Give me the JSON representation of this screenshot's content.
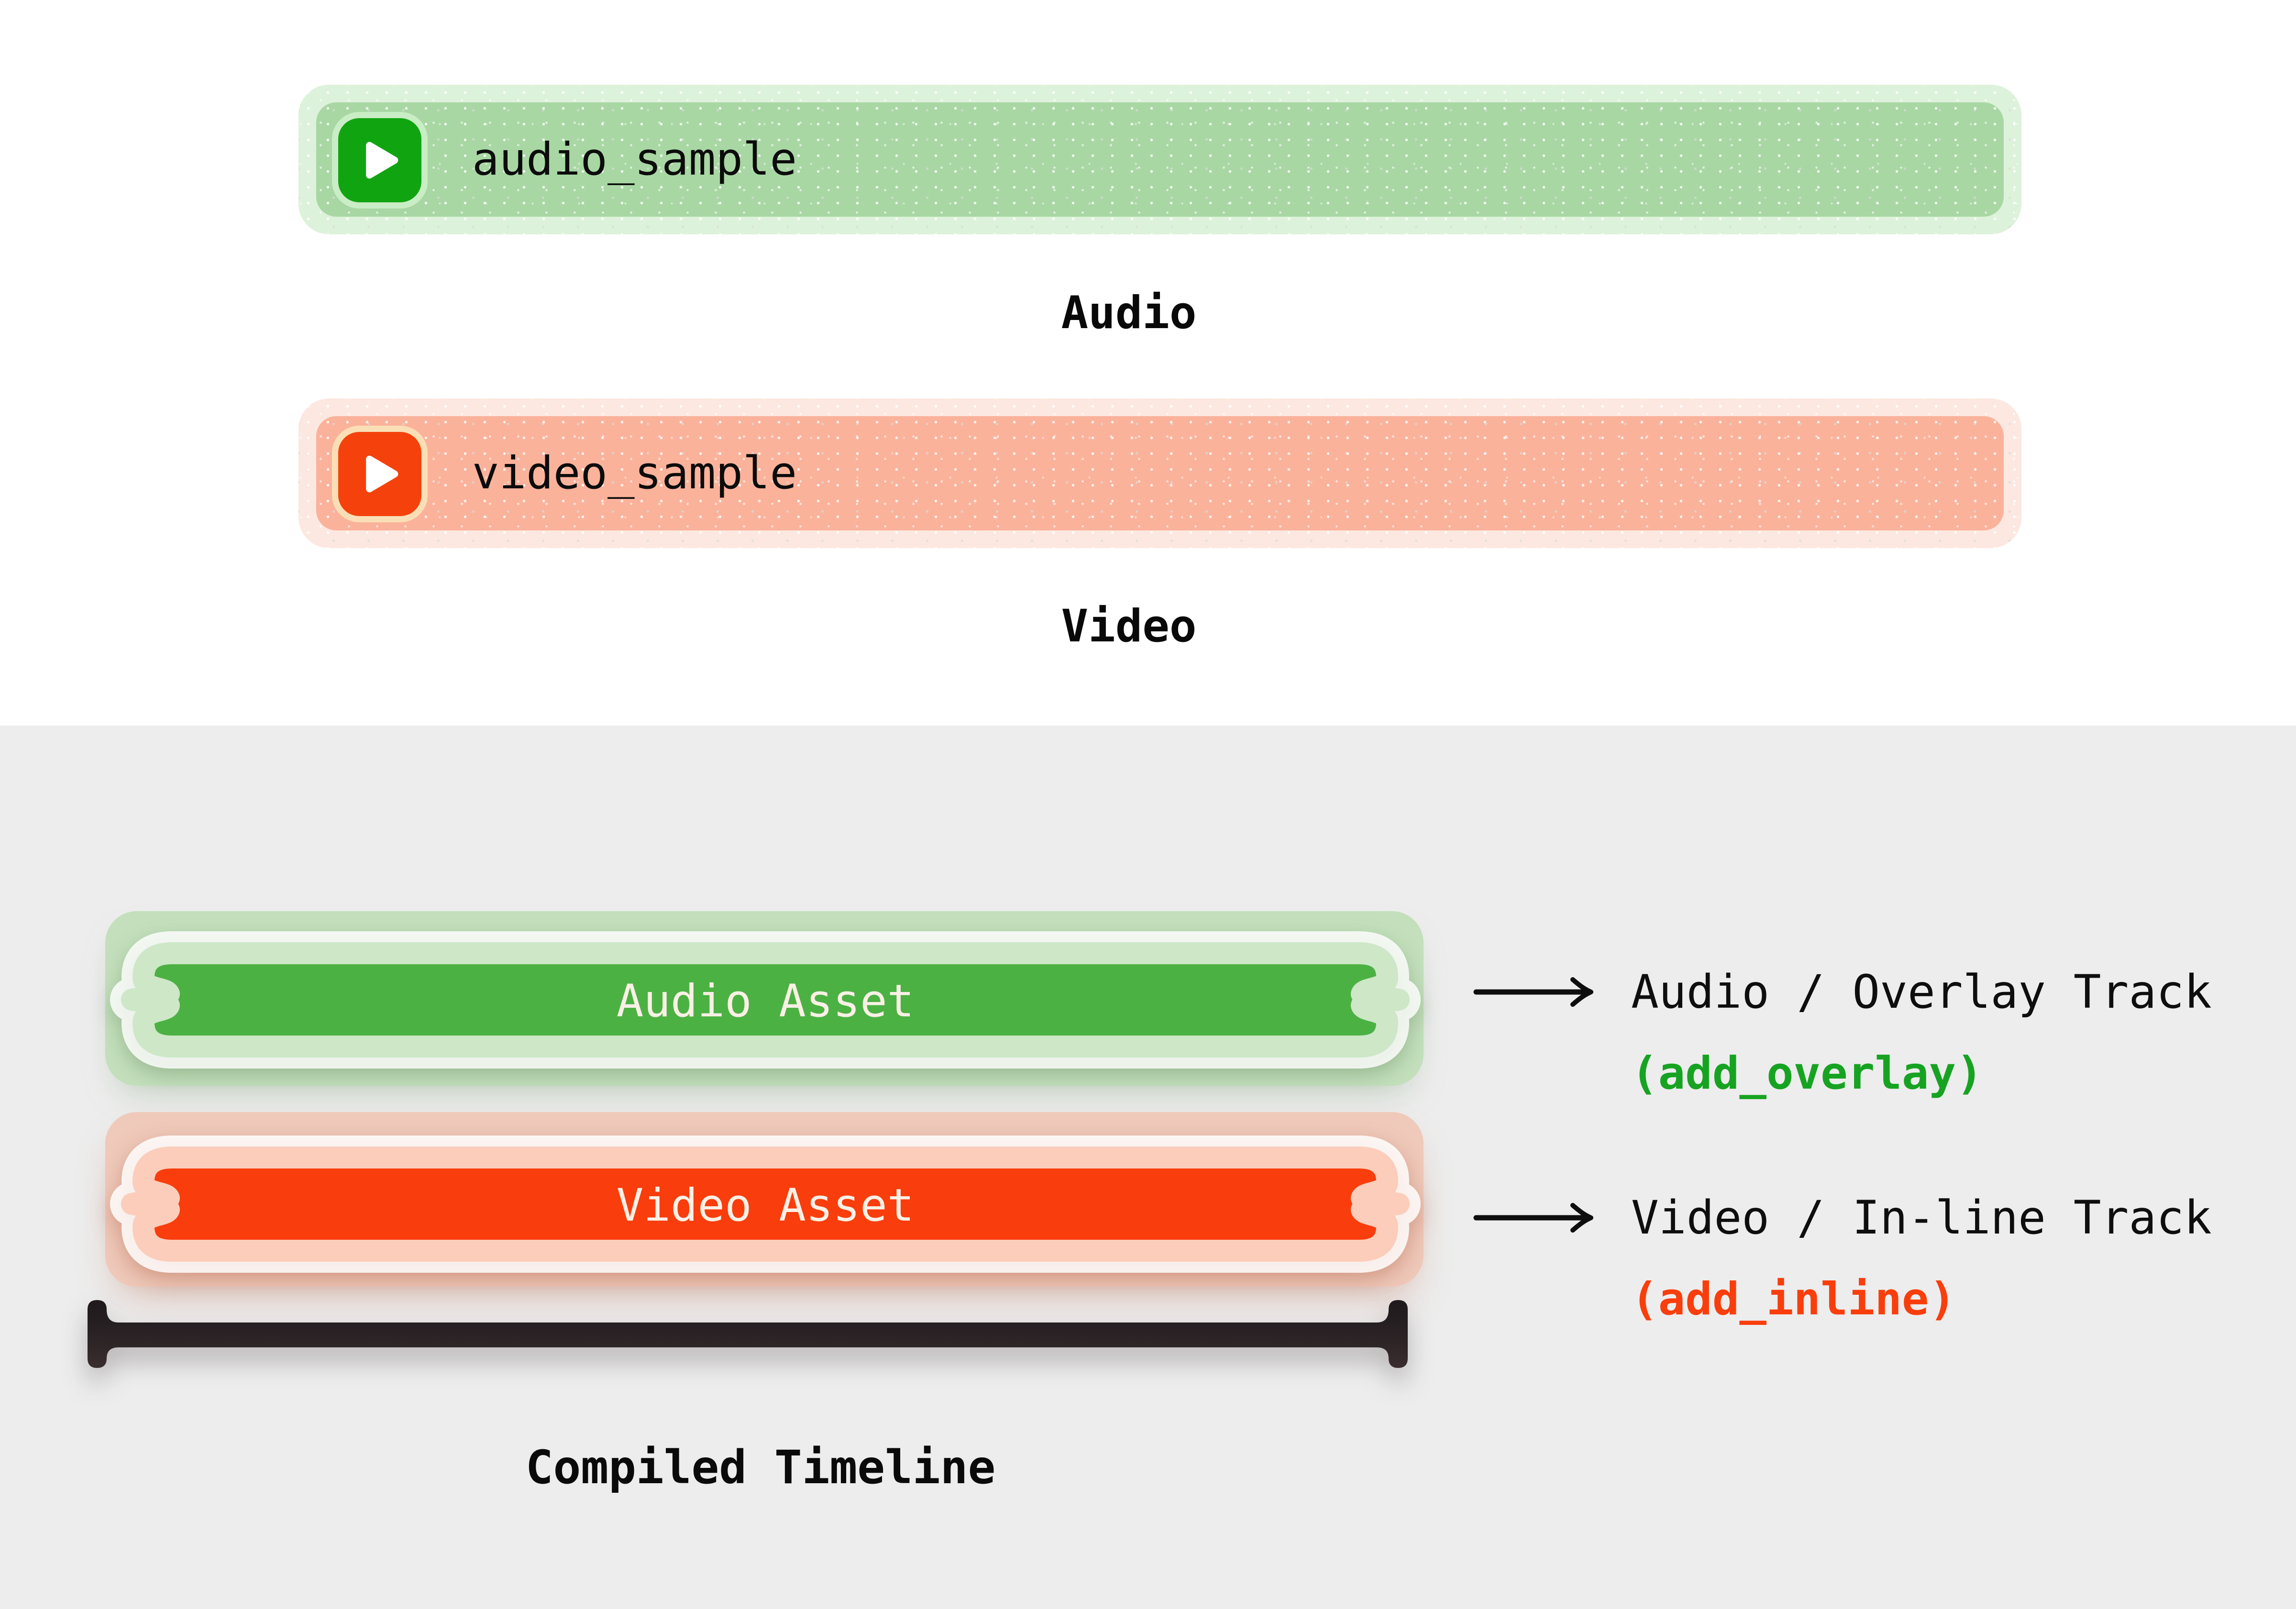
{
  "top_section": {
    "audio_bar": {
      "label": "audio_sample",
      "caption": "Audio",
      "icon": "play-icon"
    },
    "video_bar": {
      "label": "video_sample",
      "caption": "Video",
      "icon": "play-icon"
    }
  },
  "bottom_section": {
    "audio_asset": {
      "label": "Audio Asset"
    },
    "video_asset": {
      "label": "Video Asset"
    },
    "annotations": {
      "audio": {
        "title": "Audio / Overlay Track",
        "code": "(add_overlay)"
      },
      "video": {
        "title": "Video / In-line Track",
        "code": "(add_inline)"
      }
    },
    "timeline_caption": "Compiled Timeline"
  },
  "colors": {
    "page_background": "#ffffff",
    "panel_background": "#ededed",
    "audio_bar_outer": "#ddf2da",
    "audio_bar_inner": "#a8d7a3",
    "audio_play_button": "#11a411",
    "video_bar_outer": "#fce8e1",
    "video_bar_inner": "#fbb29b",
    "video_play_button": "#f5420c",
    "audio_asset_box": "#c3dfbc",
    "audio_ribbon": "#4cb143",
    "video_asset_box": "#efc9ba",
    "video_ribbon": "#f93d0c",
    "ribbon_text": "#faf0e6",
    "timeline_bar": "#2a2225",
    "overlay_code_text": "#17a322",
    "inline_code_text": "#f93e0c",
    "text": "#0e0e0e"
  }
}
